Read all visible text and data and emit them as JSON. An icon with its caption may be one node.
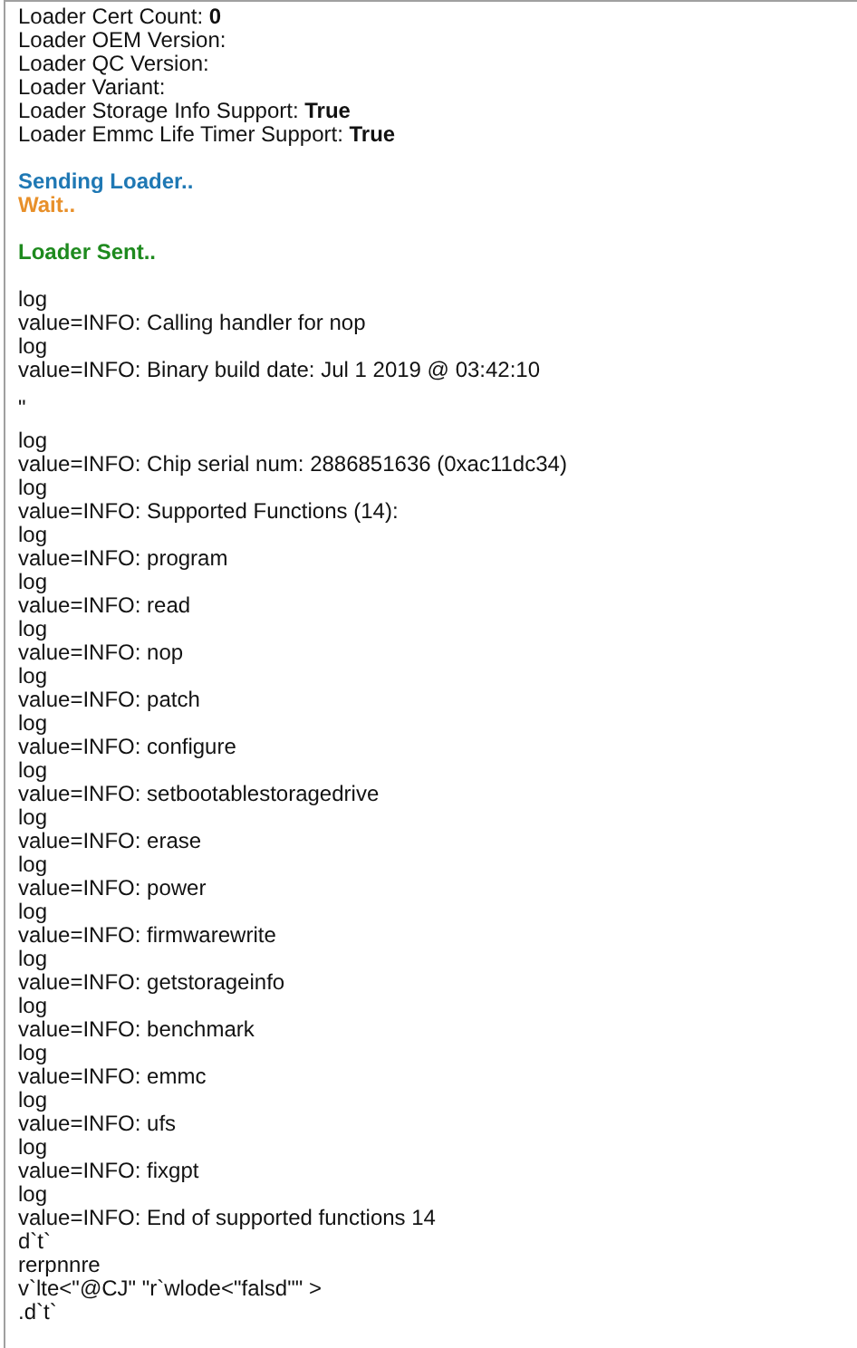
{
  "diagram": {
    "labels": [
      "Loader Cert Count: **0**",
      "Loader OEM Version:",
      "Loader QC Version:",
      "Loader Variant:",
      "Loader Storage Info Support: **True**",
      "Loader Emmc Life Timer Support: **True**",
      "Sending Loader..",
      "Wait..",
      "Loader Sent..",
      "log",
      "value=INFO: Calling handler for nop",
      "log",
      "value=INFO: Binary build date: Jul 1 2019 @ 03:42:10",
      "\"",
      "log",
      "value=INFO: Chip serial num: 2886851636 (0xac11dc34)",
      "log",
      "value=INFO: Supported Functions (14):",
      "log",
      "value=INFO: program",
      "log",
      "value=INFO: read",
      "log",
      "value=INFO: nop",
      "log",
      "value=INFO: patch",
      "log",
      "value=INFO: configure",
      "log",
      "value=INFO: setbootablestoragedrive",
      "log",
      "value=INFO: erase",
      "log",
      "value=INFO: power",
      "log",
      "value=INFO: firmwarewrite",
      "log",
      "value=INFO: getstorageinfo",
      "log",
      "value=INFO: benchmark",
      "log",
      "value=INFO: emmc",
      "log",
      "value=INFO: ufs",
      "log",
      "value=INFO: fixgpt",
      "log",
      "value=INFO: End of supported functions 14",
      "d`t`",
      "rerpnnre",
      "v`lte<\"@CJ\" \"r`wlode<\"falsd\"\" >",
      ".d`t`"
    ]
  }
}
